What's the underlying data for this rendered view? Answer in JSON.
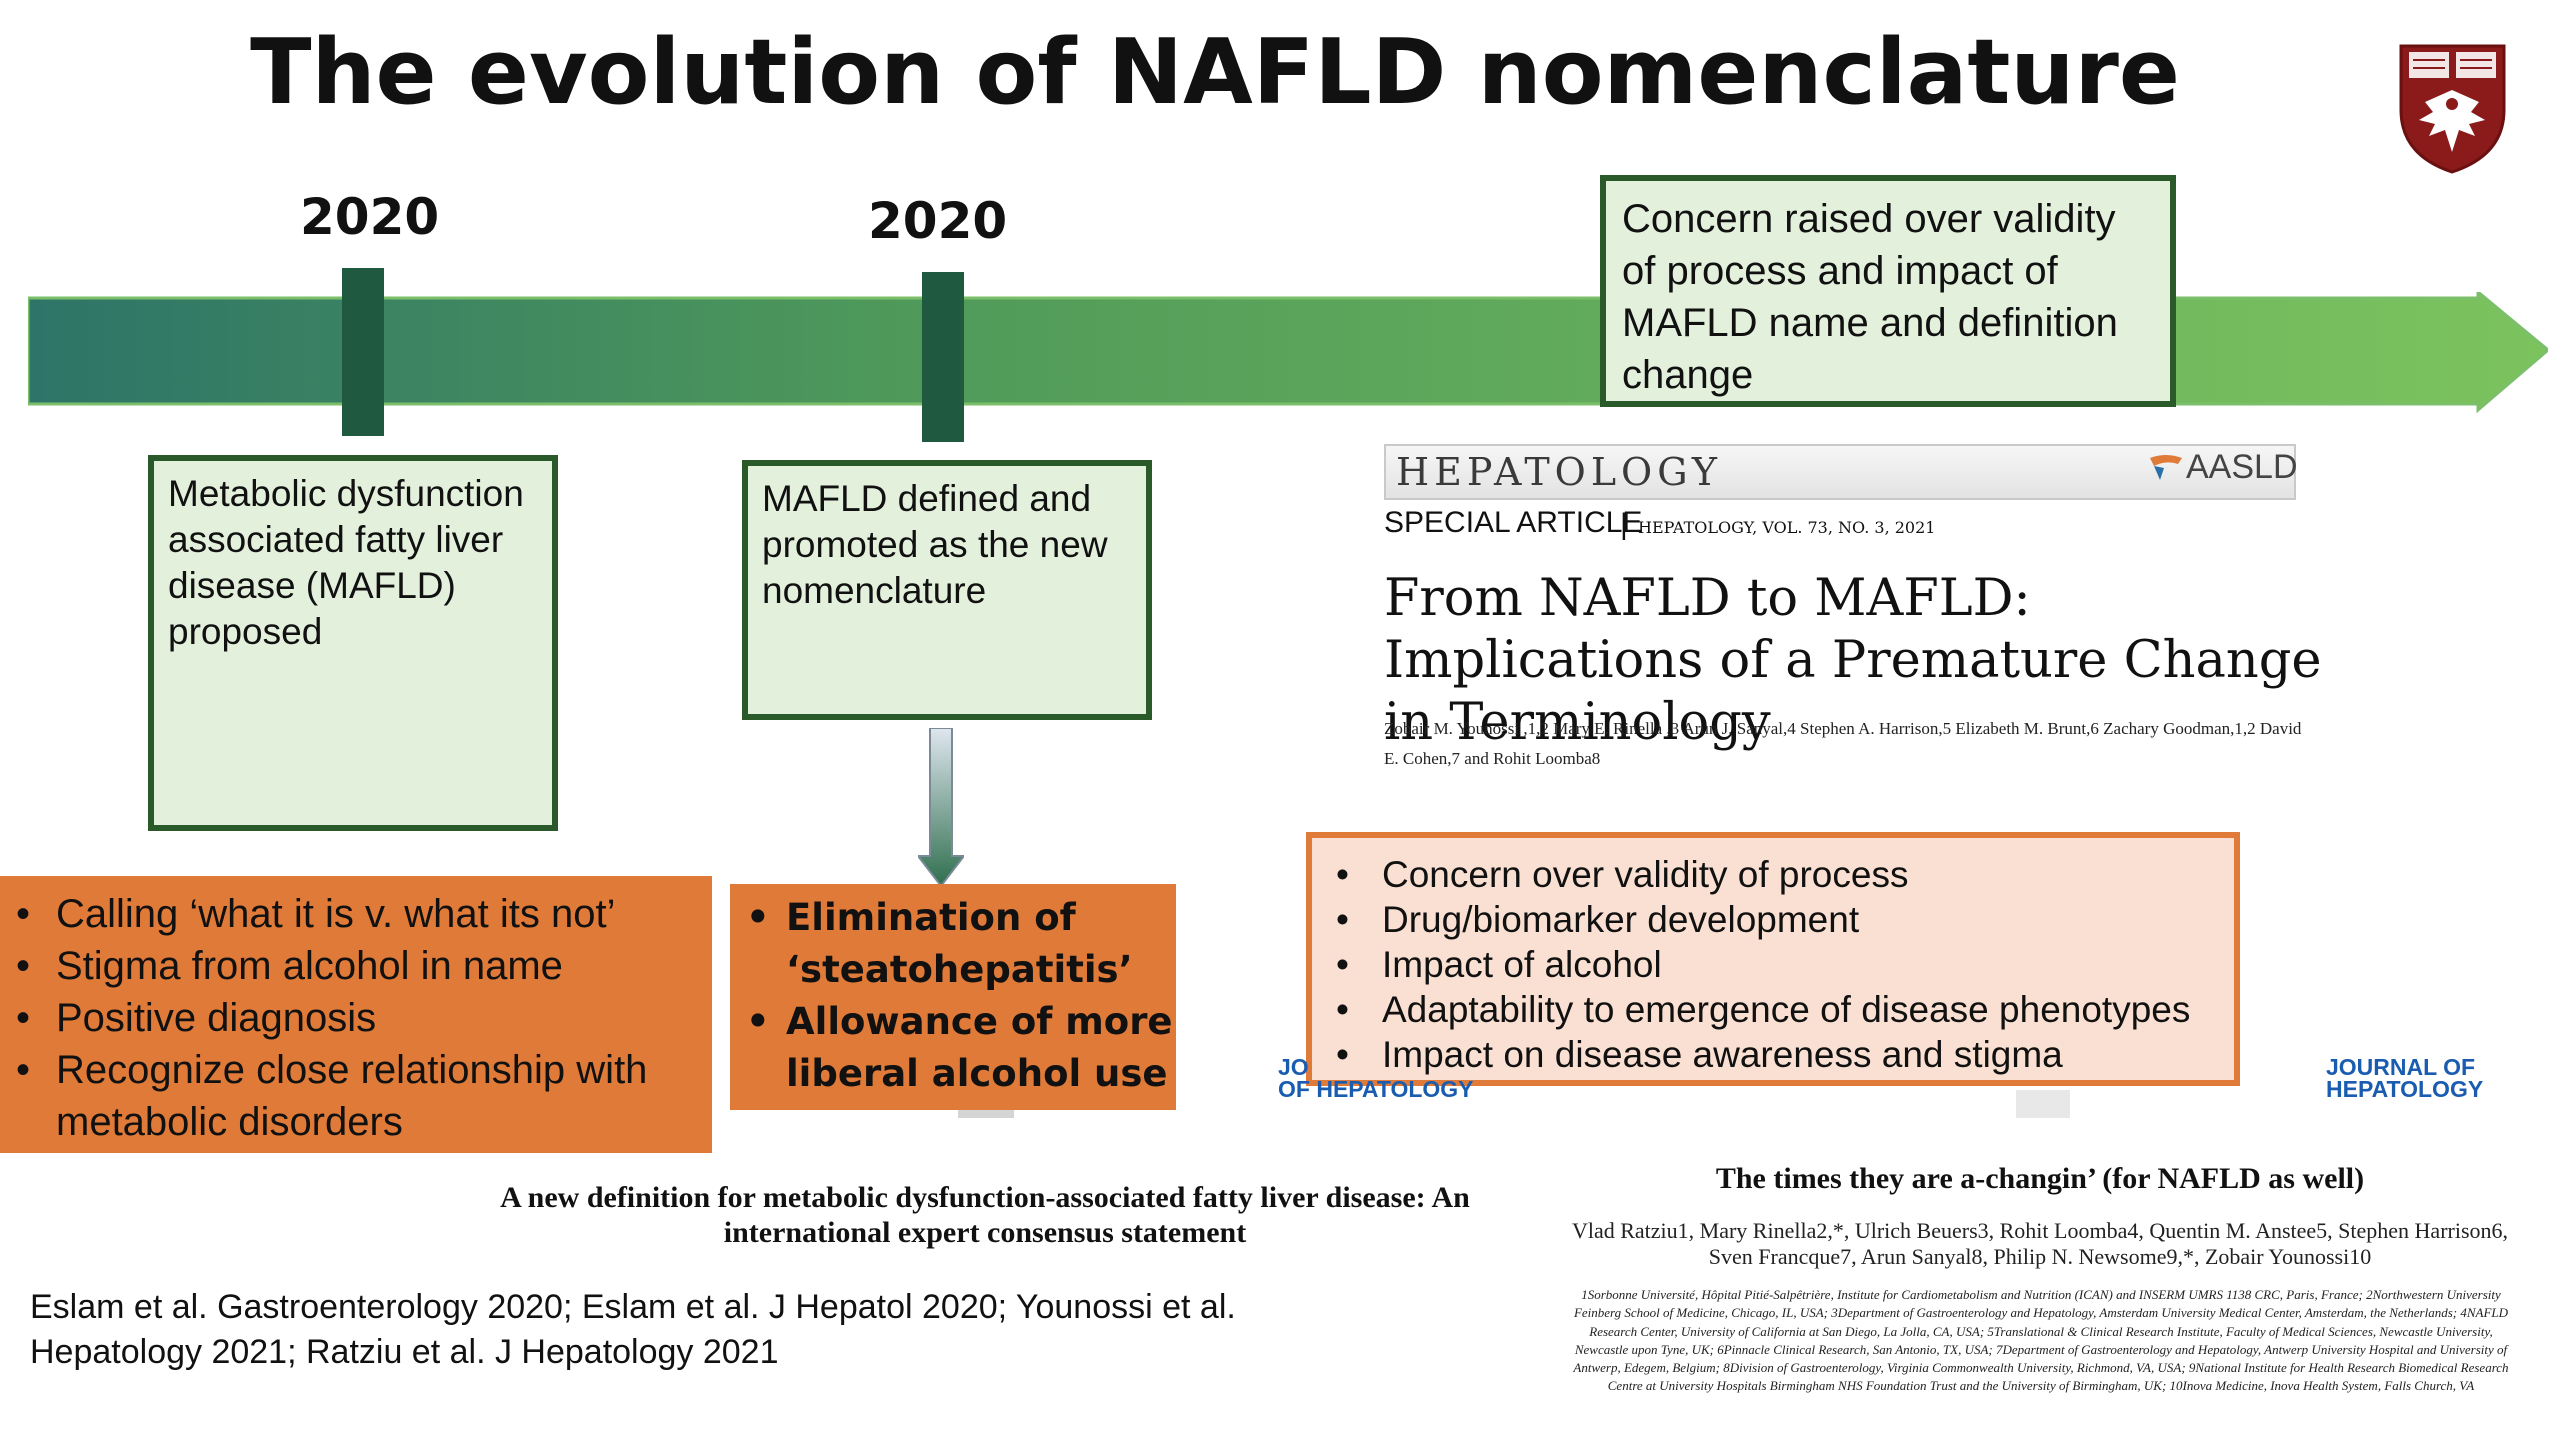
{
  "slide": {
    "title": "The evolution of NAFLD nomenclature"
  },
  "timeline": {
    "year1": "2020",
    "year2": "2020",
    "box1": "Metabolic dysfunction associated fatty liver disease (MAFLD) proposed",
    "box2": "MAFLD defined and promoted as the new nomenclature",
    "box3": "Concern raised over validity of process and impact of MAFLD name and definition change"
  },
  "orange_box1": {
    "items": [
      "Calling ‘what it is v. what its not’",
      "Stigma from alcohol in name",
      "Positive diagnosis",
      "Recognize close relationship with metabolic disorders"
    ]
  },
  "orange_box2": {
    "items": [
      "Elimination of ‘steatohepatitis’",
      "Allowance of more liberal alcohol use"
    ]
  },
  "concern_box": {
    "items": [
      "Concern over validity of process",
      "Drug/biomarker development",
      "Impact of alcohol",
      "Adaptability to emergence of disease phenotypes",
      "Impact on disease awareness and stigma"
    ]
  },
  "hepatology_article": {
    "journal": "HEPATOLOGY",
    "society": "AASLD",
    "article_type": "SPECIAL ARTICLE",
    "separator": "|",
    "issue": "HEPATOLOGY, VOL. 73, NO. 3, 2021",
    "title": "From NAFLD to MAFLD: Implications of a Premature Change in Terminology",
    "authors": "Zobair M. Younossi ,1,2 Mary E. Rinella ,3 Arun J. Sanyal,4 Stephen A. Harrison,5 Elizabeth M. Brunt,6 Zachary Goodman,1,2 David E. Cohen,7 and Rohit Loomba8"
  },
  "ratziu_article": {
    "title": "The times they are a-changin’ (for NAFLD as well)",
    "authors": "Vlad Ratziu1, Mary Rinella2,*, Ulrich Beuers3, Rohit Loomba4, Quentin M. Anstee5, Stephen Harrison6, Sven Francque7, Arun Sanyal8, Philip N. Newsome9,*, Zobair Younossi10",
    "affiliations": "1Sorbonne Université, Hôpital Pitié-Salpêtrière, Institute for Cardiometabolism and Nutrition (ICAN) and INSERM UMRS 1138 CRC, Paris, France; 2Northwestern University Feinberg School of Medicine, Chicago, IL, USA; 3Department of Gastroenterology and Hepatology, Amsterdam University Medical Center, Amsterdam, the Netherlands; 4NAFLD Research Center, University of California at San Diego, La Jolla, CA, USA; 5Translational & Clinical Research Institute, Faculty of Medical Sciences, Newcastle University, Newcastle upon Tyne, UK; 6Pinnacle Clinical Research, San Antonio, TX, USA; 7Department of Gastroenterology and Hepatology, Antwerp University Hospital and University of Antwerp, Edegem, Belgium; 8Division of Gastroenterology, Virginia Commonwealth University, Richmond, VA, USA; 9National Institute for Health Research Biomedical Research Centre at University Hospitals Birmingham NHS Foundation Trust and the University of Birmingham, UK; 10Inova Medicine, Inova Health System, Falls Church, VA",
    "journal_logo": "JOURNAL OF HEPATOLOGY"
  },
  "eslam_article": {
    "title": "A new definition for metabolic dysfunction-associated fatty liver disease: An international expert consensus statement",
    "journal_logo_fragment": "JO\nOF HEPATOLOGY"
  },
  "citation": "Eslam et al. Gastroenterology 2020; Eslam et al. J Hepatol 2020; Younossi et al. Hepatology 2021; Ratziu et al. J Hepatology 2021",
  "colors": {
    "orange": "#e07a38",
    "box_green_fill": "#e3f0dc",
    "box_green_border": "#2a5a2a",
    "arrow_dark": "#2e7468",
    "arrow_light": "#7cc35e",
    "tick": "#1f5a40",
    "concern_fill": "#f9e0d2",
    "jhep_blue": "#1a5db0",
    "crest_red": "#8b1a1a"
  }
}
